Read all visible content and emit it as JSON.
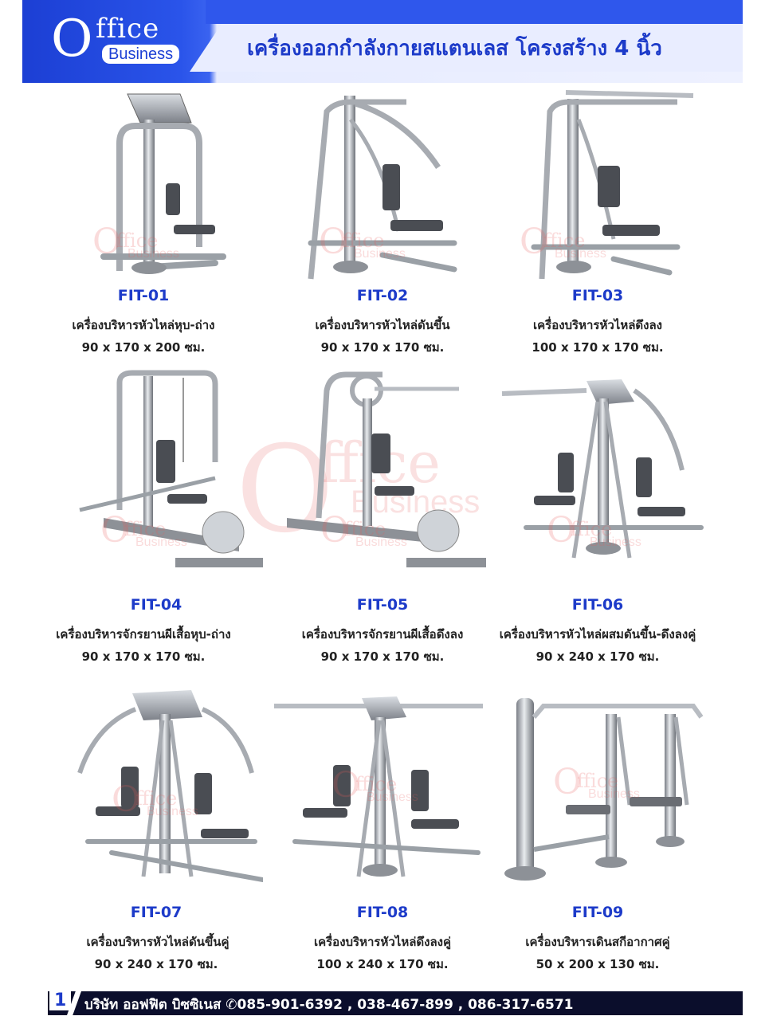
{
  "header": {
    "logo_o": "O",
    "logo_ffice": "ffice",
    "logo_business": "Business",
    "title": "เครื่องออกกำลังกายสแตนเลส โครงสร้าง 4 นิ้ว"
  },
  "watermark": {
    "o": "O",
    "ffice": "ffice",
    "business": "Business"
  },
  "products": [
    {
      "code": "FIT-01",
      "name": "เครื่องบริหารหัวไหล่หุบ-ถ่าง",
      "size": "90 x 170 x 200 ซม.",
      "icon": "shoulder-press-machine-icon"
    },
    {
      "code": "FIT-02",
      "name": "เครื่องบริหารหัวไหล่ดันขึ้น",
      "size": "90 x 170 x 170 ซม.",
      "icon": "shoulder-push-up-machine-icon"
    },
    {
      "code": "FIT-03",
      "name": "เครื่องบริหารหัวไหล่ดึงลง",
      "size": "100 x 170 x 170 ซม.",
      "icon": "lat-pulldown-machine-icon"
    },
    {
      "code": "FIT-04",
      "name": "เครื่องบริหารจักรยานผีเสื้อหุบ-ถ่าง",
      "size": "90 x 170 x 170 ซม.",
      "icon": "butterfly-bike-machine-icon"
    },
    {
      "code": "FIT-05",
      "name": "เครื่องบริหารจักรยานผีเสื้อดึงลง",
      "size": "90 x 170 x 170 ซม.",
      "icon": "butterfly-bike-pulldown-icon"
    },
    {
      "code": "FIT-06",
      "name": "เครื่องบริหารหัวไหล่ผสมดันขึ้น-ดึงลงคู่",
      "size": "90 x 240 x 170 ซม.",
      "icon": "dual-combo-shoulder-machine-icon"
    },
    {
      "code": "FIT-07",
      "name": "เครื่องบริหารหัวไหล่ดันขึ้นคู่",
      "size": "90 x 240 x 170 ซม.",
      "icon": "dual-shoulder-press-machine-icon"
    },
    {
      "code": "FIT-08",
      "name": "เครื่องบริหารหัวไหล่ดึงลงคู่",
      "size": "100 x 240 x 170 ซม.",
      "icon": "dual-lat-pulldown-machine-icon"
    },
    {
      "code": "FIT-09",
      "name": "เครื่องบริหารเดินสกีอากาศคู่",
      "size": "50 x 200 x 130 ซม.",
      "icon": "dual-air-walker-machine-icon"
    }
  ],
  "footer": {
    "page_number": "1",
    "text": "บริษัท ออฟฟิต บิซซิเนส ✆085-901-6392 , 038-467-899 , 086-317-6571"
  },
  "colors": {
    "brand_blue": "#1d3bc9",
    "footer_bg": "#0b0e2c"
  }
}
